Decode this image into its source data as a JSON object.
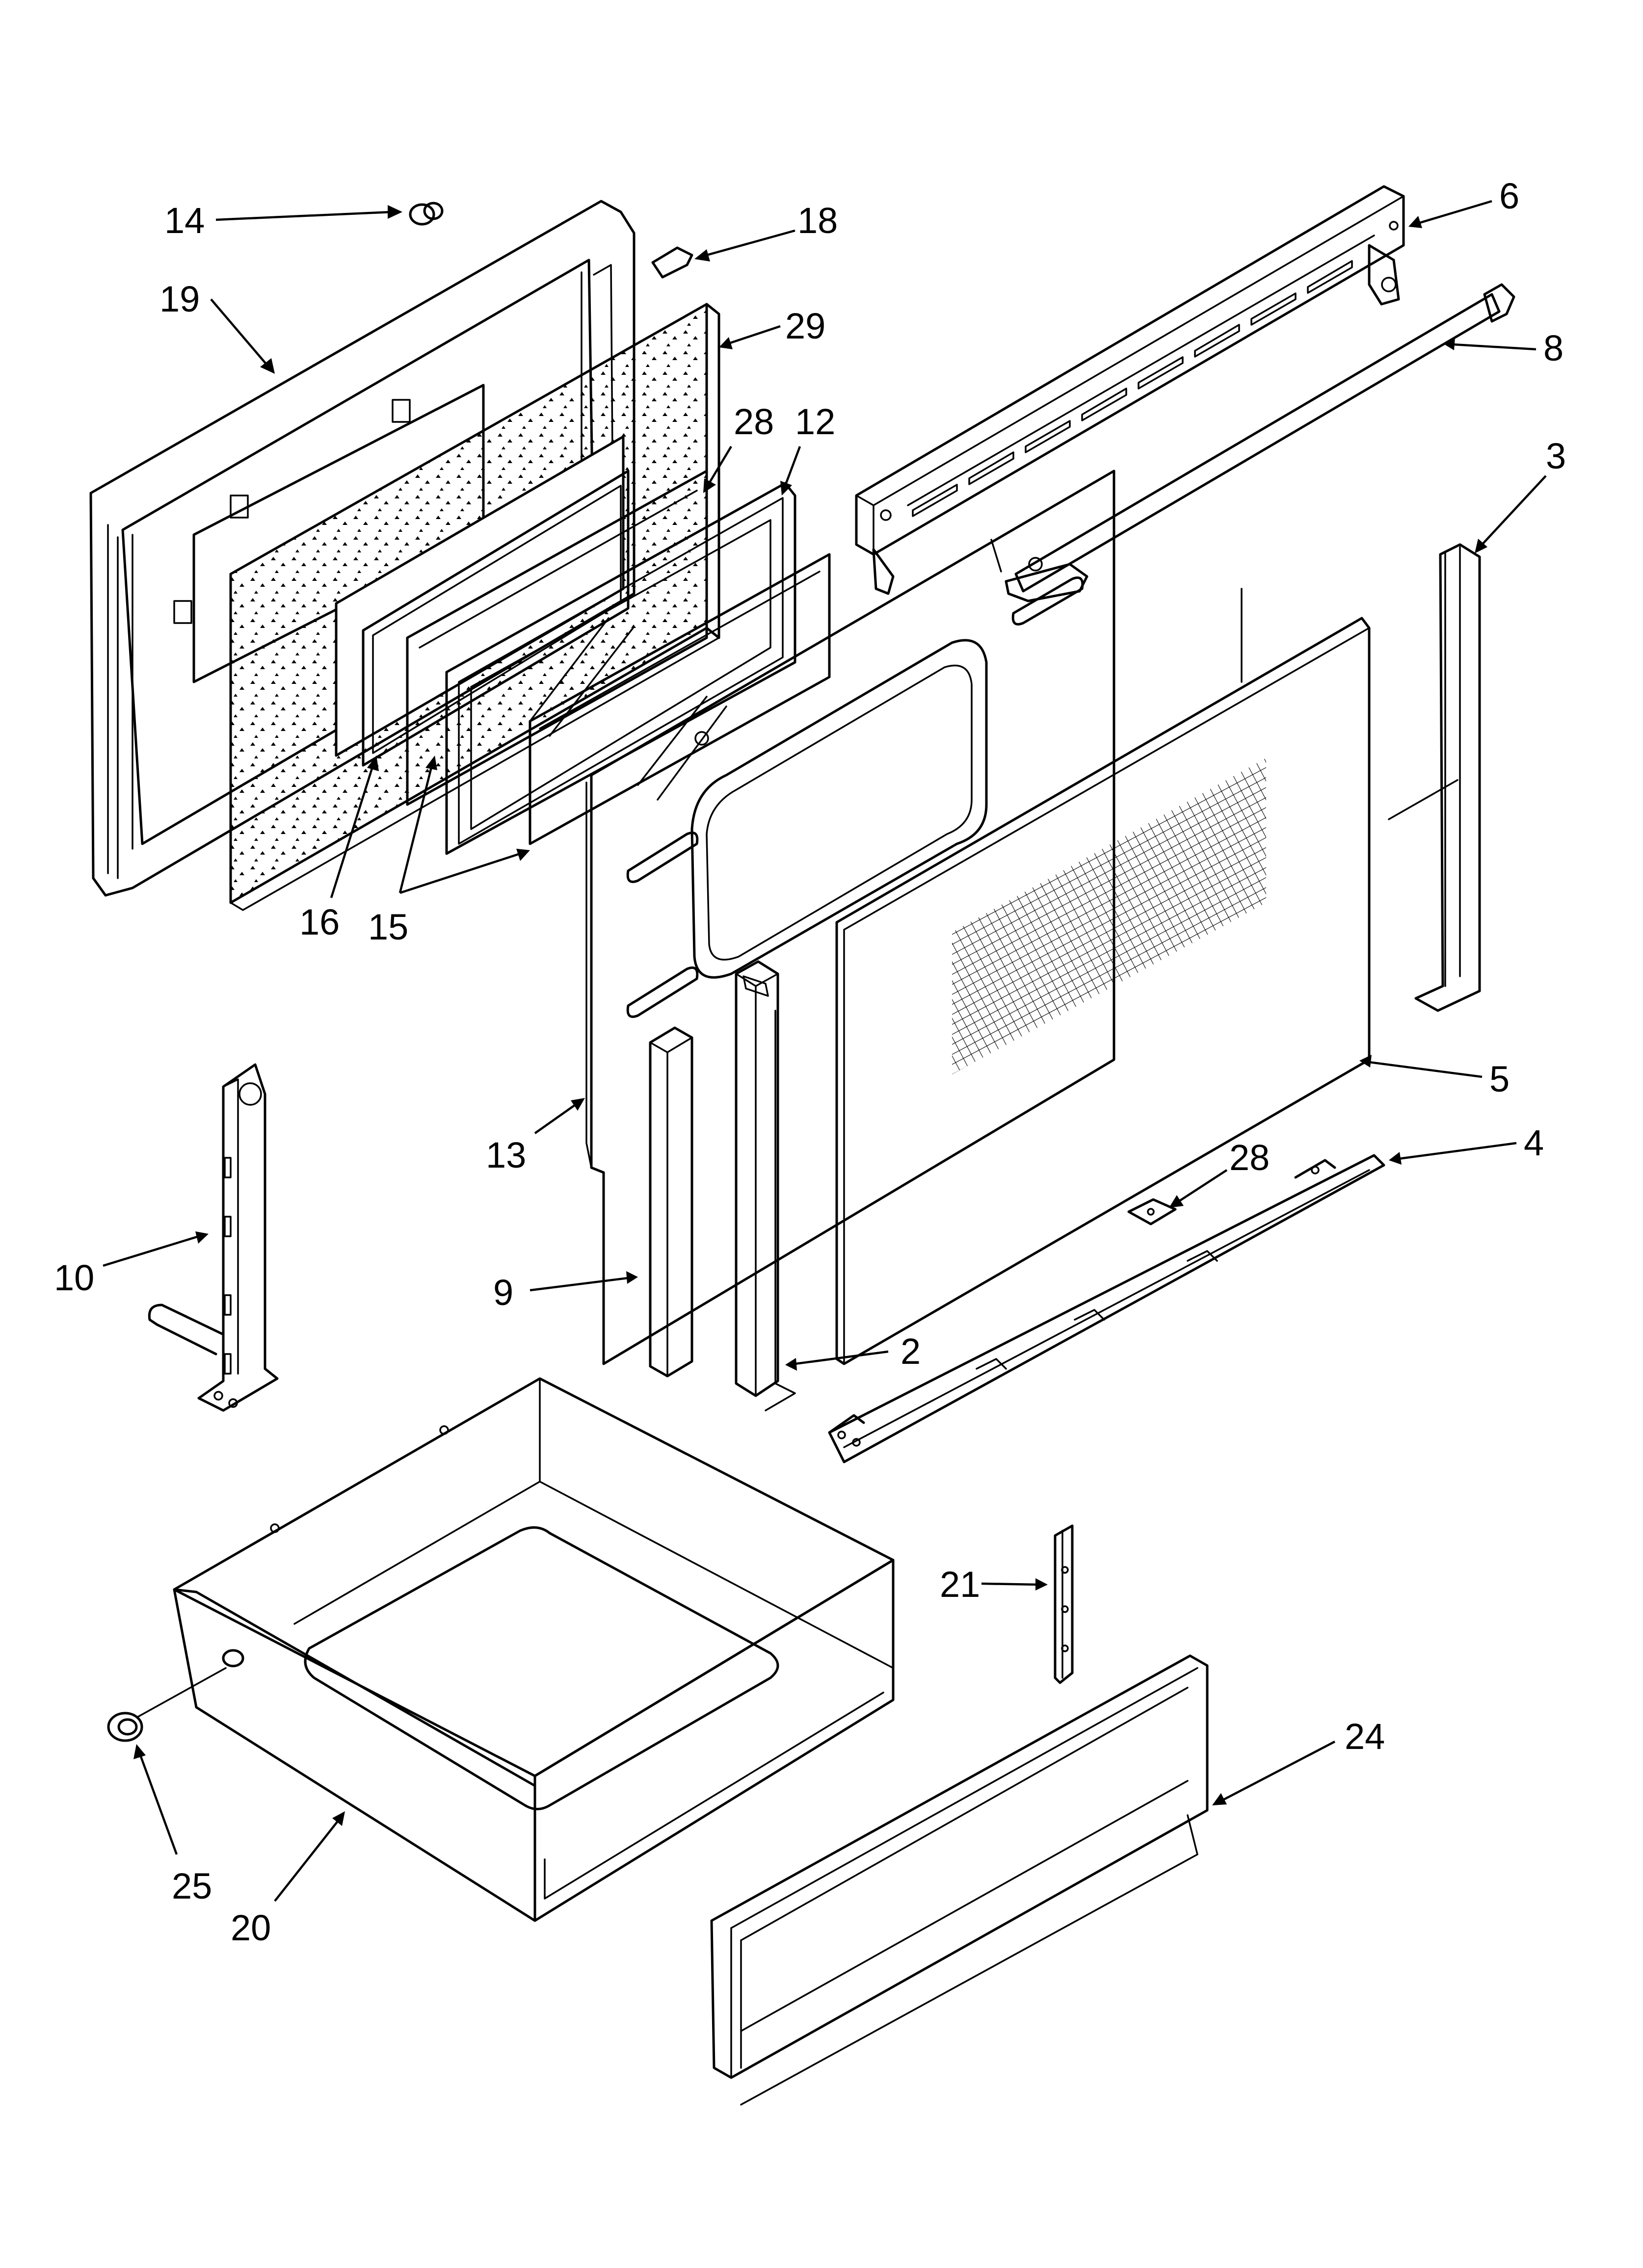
{
  "callouts": {
    "c2": "2",
    "c3": "3",
    "c4": "4",
    "c5": "5",
    "c6": "6",
    "c8": "8",
    "c9": "9",
    "c10": "10",
    "c12": "12",
    "c13": "13",
    "c14": "14",
    "c15": "15",
    "c16": "16",
    "c18": "18",
    "c19": "19",
    "c20": "20",
    "c21": "21",
    "c24": "24",
    "c25": "25",
    "c28a": "28",
    "c28b": "28",
    "c29": "29"
  }
}
